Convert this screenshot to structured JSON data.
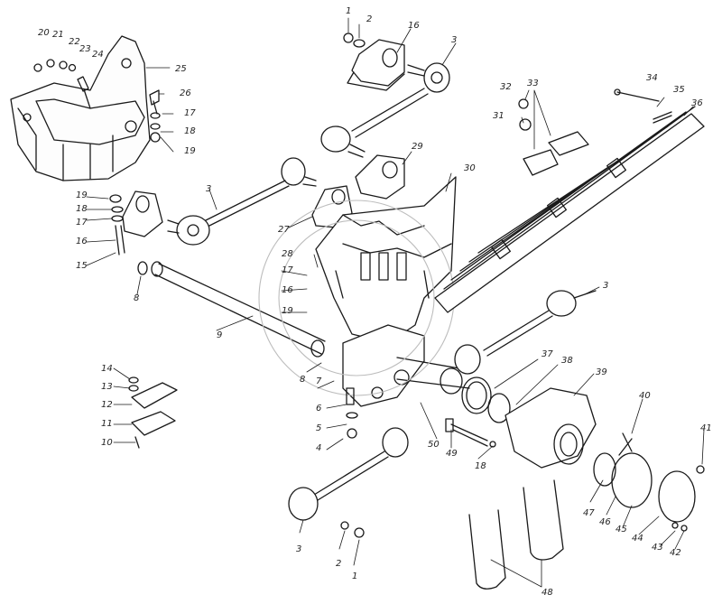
{
  "callouts": {
    "c1a": "1",
    "c2a": "2",
    "c16a": "16",
    "c3a": "3",
    "c20": "20",
    "c21": "21",
    "c22": "22",
    "c23": "23",
    "c24": "24",
    "c25": "25",
    "c26": "26",
    "c17a": "17",
    "c18a": "18",
    "c19a": "19",
    "c32": "32",
    "c33": "33",
    "c31": "31",
    "c34": "34",
    "c35": "35",
    "c36": "36",
    "c29": "29",
    "c30": "30",
    "c3b": "3",
    "c27": "27",
    "c19b": "19",
    "c18b": "18",
    "c17b": "17",
    "c16b": "16",
    "c15": "15",
    "c28": "28",
    "c17c": "17",
    "c16c": "16",
    "c19c": "19",
    "c8a": "8",
    "c9": "9",
    "c3c": "3",
    "c37": "37",
    "c38": "38",
    "c39": "39",
    "c14": "14",
    "c13": "13",
    "c12": "12",
    "c11": "11",
    "c10": "10",
    "c8b": "8",
    "c7": "7",
    "c6": "6",
    "c5": "5",
    "c4": "4",
    "c50": "50",
    "c49": "49",
    "c18c": "18",
    "c40": "40",
    "c41": "41",
    "c47": "47",
    "c46": "46",
    "c45": "45",
    "c44": "44",
    "c43": "43",
    "c42": "42",
    "c3d": "3",
    "c2b": "2",
    "c1b": "1",
    "c48": "48"
  }
}
